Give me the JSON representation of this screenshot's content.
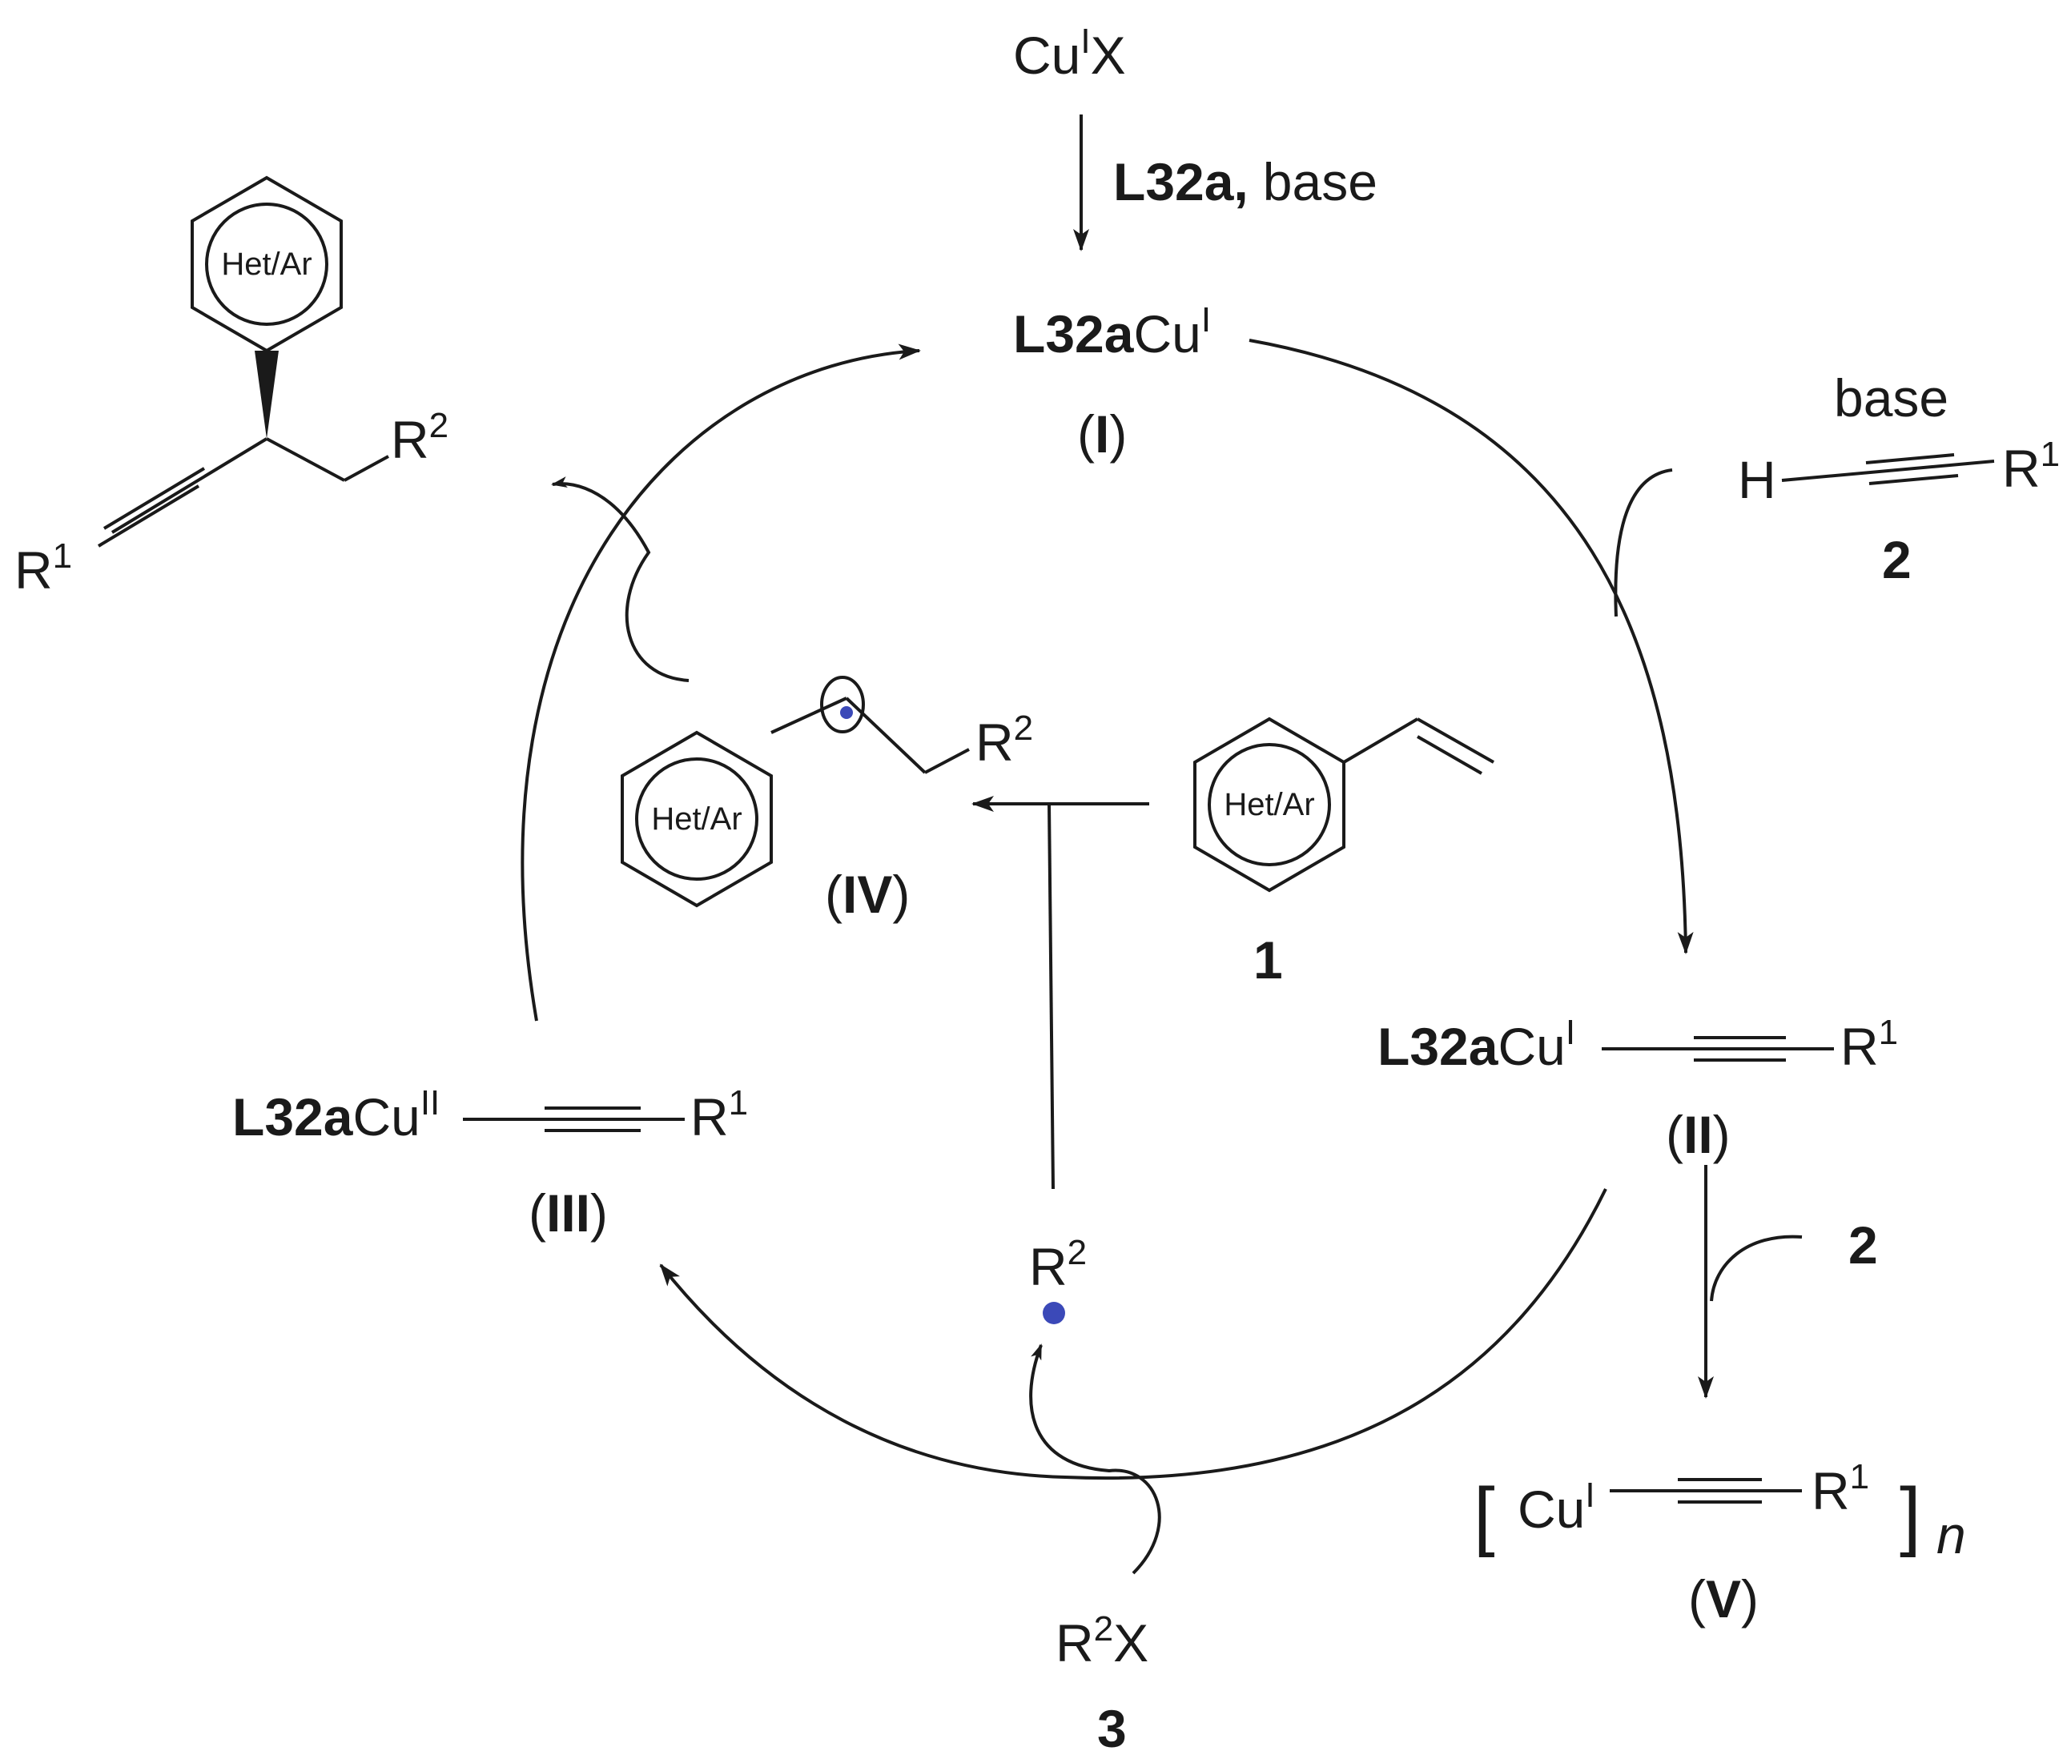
{
  "colors": {
    "ink": "#1a1a1a",
    "radical": "#3b49b8",
    "background": "#ffffff"
  },
  "precursor": {
    "cu": "Cu",
    "ox": "I",
    "x": "X"
  },
  "reagents_step0": {
    "ligand": "L32a,",
    "base": "base"
  },
  "species_I": {
    "ligand": "L32a",
    "cu": "Cu",
    "ox": "I",
    "label_open": "(",
    "label": "I",
    "label_close": ")"
  },
  "alkyne_2": {
    "reagent": "base",
    "h": "H",
    "r": "R",
    "r_sup": "1",
    "number": "2"
  },
  "species_II": {
    "ligand": "L32a",
    "cu": "Cu",
    "ox": "I",
    "r": "R",
    "r_sup": "1",
    "label_open": "(",
    "label": "II",
    "label_close": ")"
  },
  "side_branch": {
    "reagent_number": "2"
  },
  "species_V": {
    "bracket_open": "[",
    "cu": "Cu",
    "ox": "I",
    "r": "R",
    "r_sup": "1",
    "bracket_close": "]",
    "subscript": "n",
    "label_open": "(",
    "label": "V",
    "label_close": ")"
  },
  "species_III": {
    "ligand": "L32a",
    "cu": "Cu",
    "ox": "II",
    "r": "R",
    "r_sup": "1",
    "label_open": "(",
    "label": "III",
    "label_close": ")"
  },
  "reagent_3": {
    "r": "R",
    "r_sup": "2",
    "x": "X",
    "number": "3"
  },
  "radical_R2": {
    "r": "R",
    "r_sup": "2"
  },
  "styrene_1": {
    "ring_label": "Het/Ar",
    "number": "1"
  },
  "species_IV": {
    "ring_label": "Het/Ar",
    "r": "R",
    "r_sup": "2",
    "label_open": "(",
    "label": "IV",
    "label_close": ")"
  },
  "product": {
    "ring_label": "Het/Ar",
    "r1": "R",
    "r1_sup": "1",
    "r2": "R",
    "r2_sup": "2"
  }
}
